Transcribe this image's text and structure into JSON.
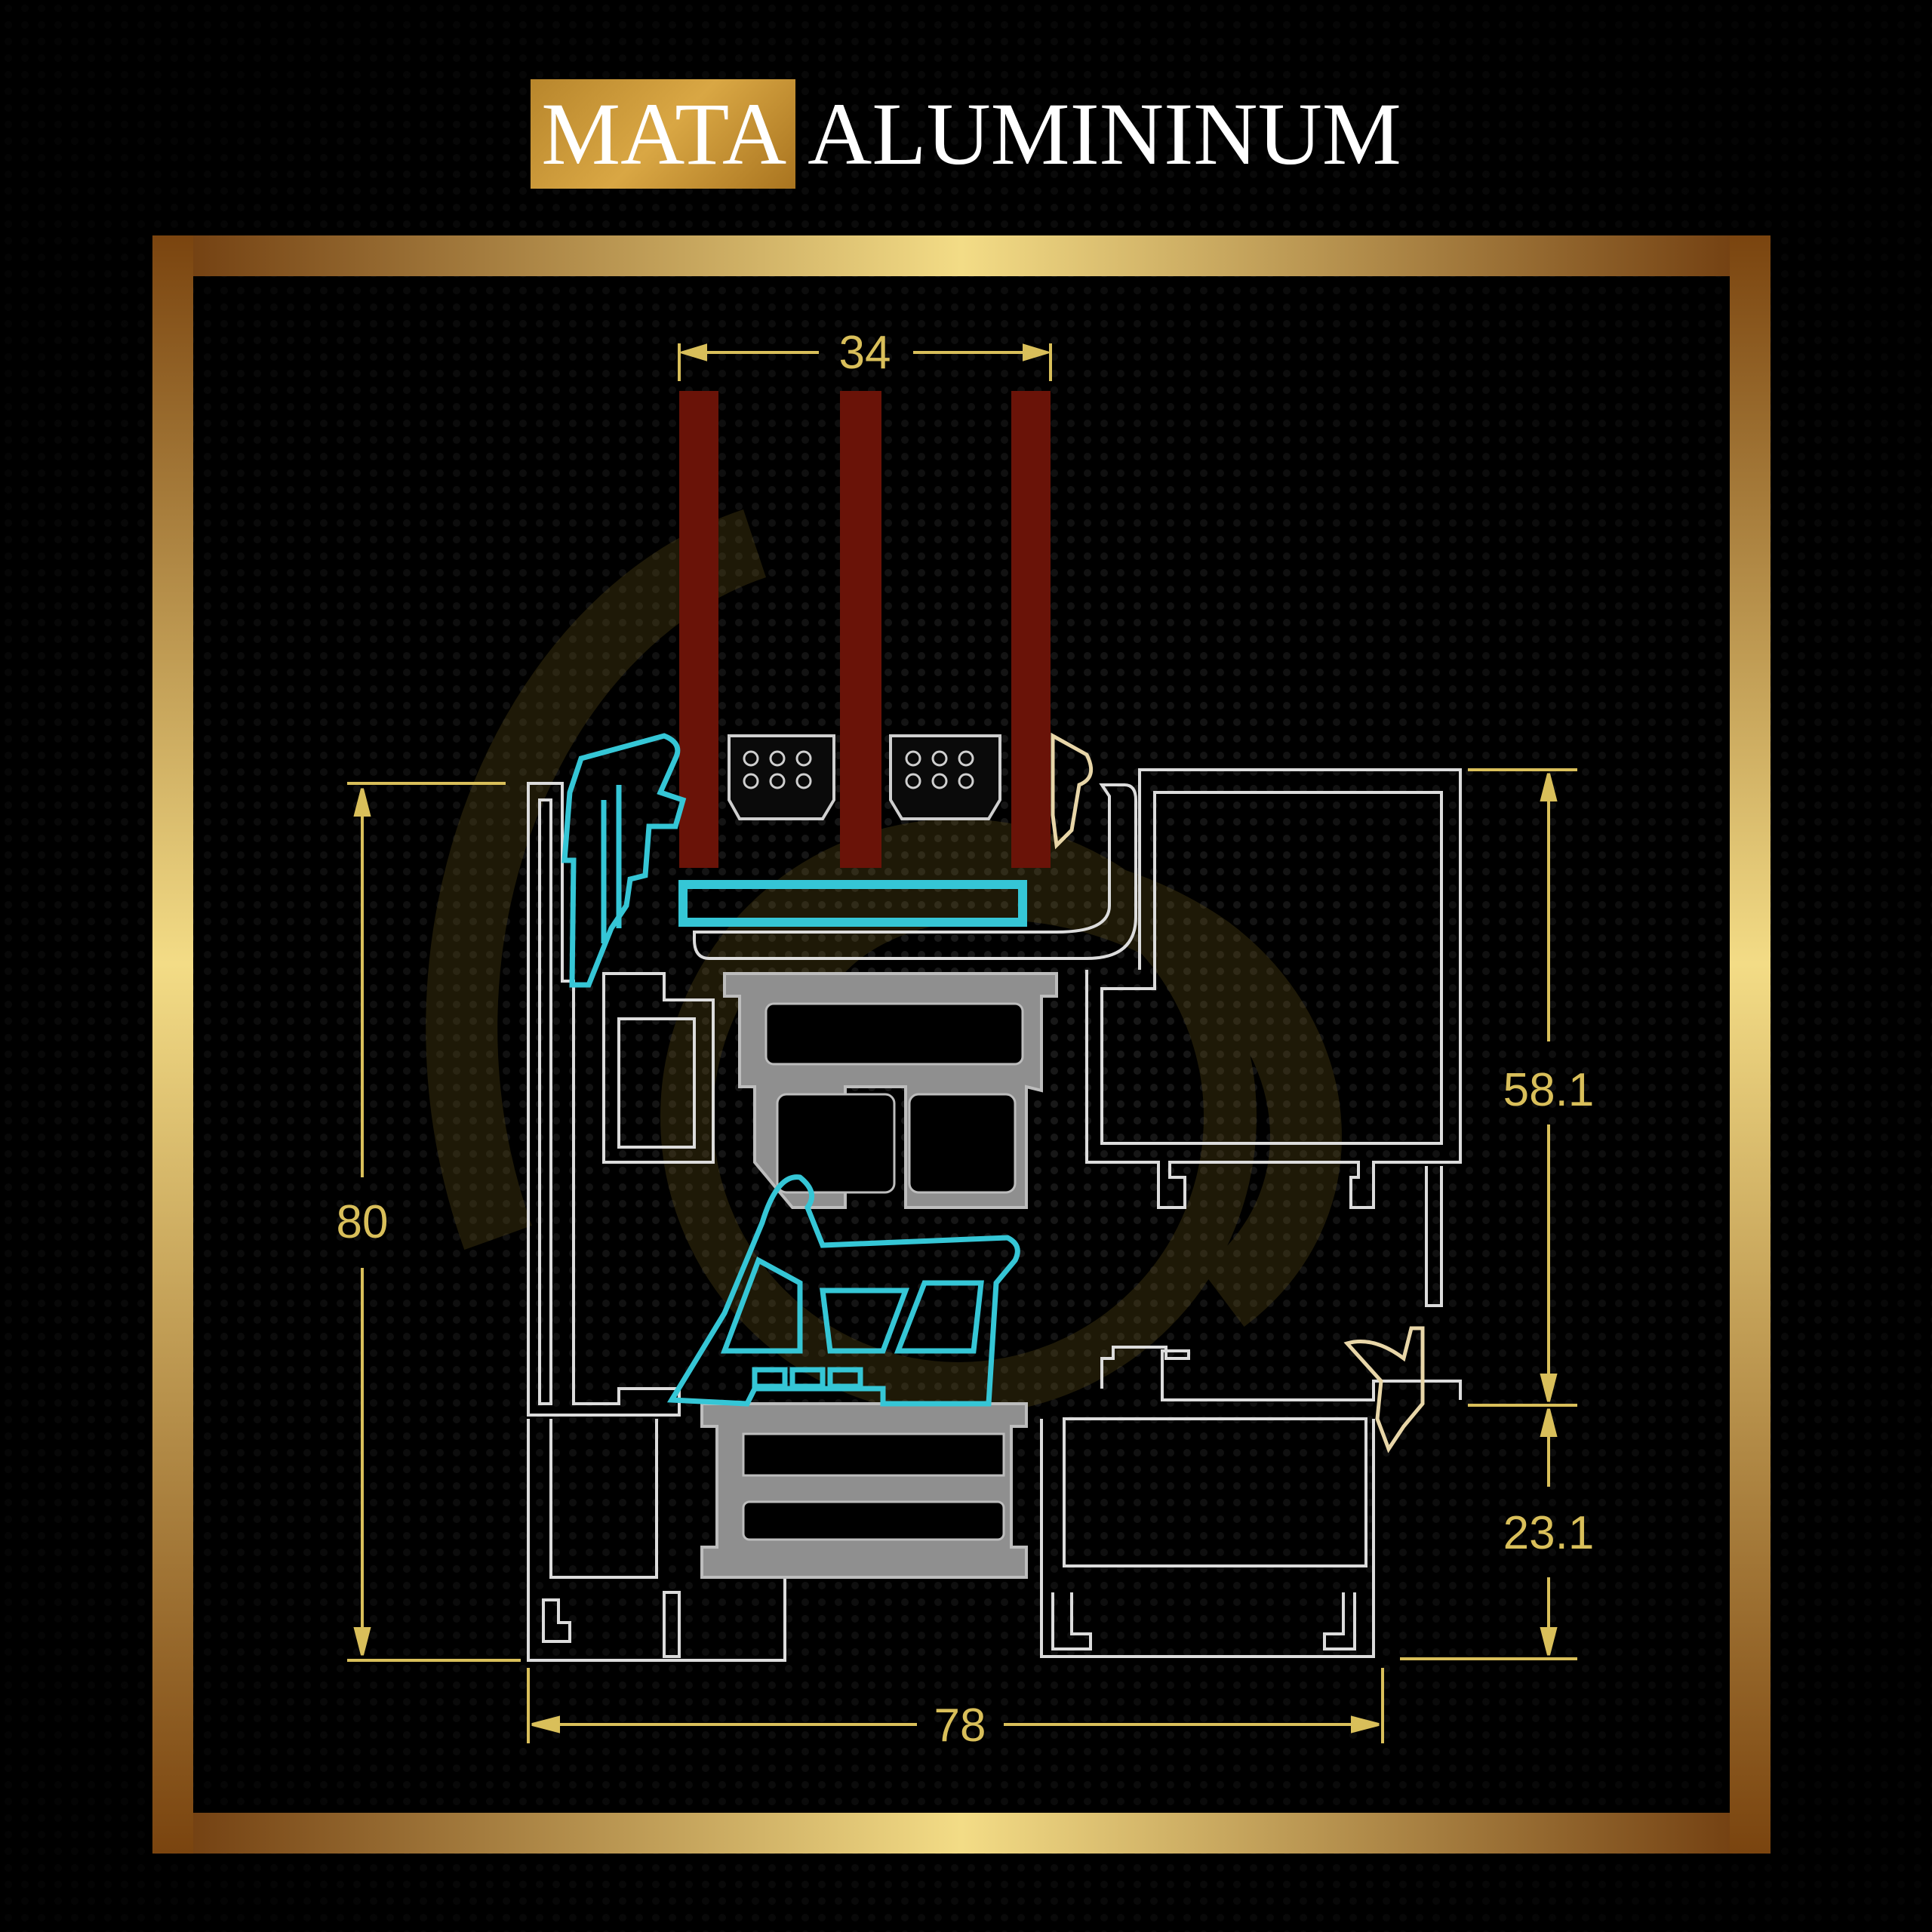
{
  "brand": {
    "highlight": "MATA",
    "rest": "ALUMININUM",
    "highlight_color": "#c9962f"
  },
  "colors": {
    "frame_gold_light": "#f3dc86",
    "frame_gold_dark": "#6e3a0d",
    "profile_outline": "#dcdcdc",
    "gasket_cyan": "#35c6d6",
    "glass_red": "#6a1308",
    "dimension_gold": "#d9bf5a",
    "thermal_break": "#8f8f8f"
  },
  "dimensions": {
    "glass_width": "34",
    "total_height": "80",
    "sash_height": "58.1",
    "frame_height": "23.1",
    "total_width": "78"
  }
}
